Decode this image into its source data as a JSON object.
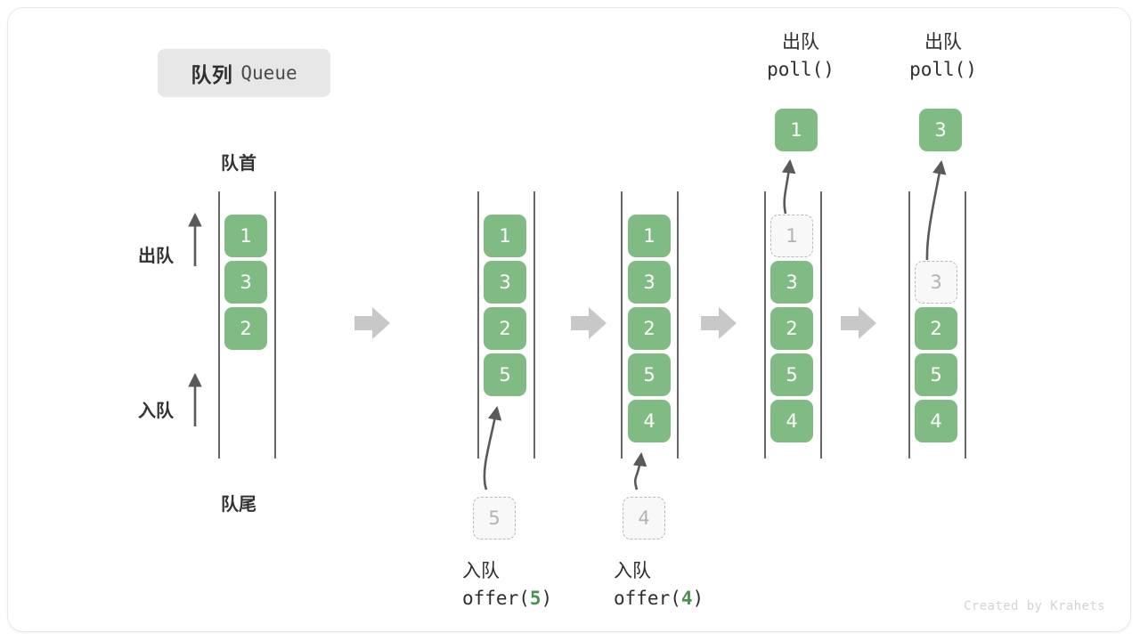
{
  "title": {
    "cn": "队列",
    "en": "Queue"
  },
  "labels": {
    "front": "队首",
    "tail": "队尾",
    "dequeue": "出队",
    "enqueue": "入队"
  },
  "credit": "Created by Krahets",
  "colors": {
    "box_fill": "#80bb84",
    "box_text": "#ffffff",
    "ghost_border": "#b9b9b9",
    "ghost_text": "#b3b3b3",
    "rail": "#4d4d4d",
    "arrow_gray": "#c8c8c8",
    "accent_code": "#4b9150",
    "badge_bg": "#e7e7e7"
  },
  "steps": [
    {
      "id": "initial",
      "items": [
        "1",
        "3",
        "2"
      ],
      "ghost": null,
      "pending": null,
      "op_cn": null,
      "op_fn": null,
      "op_arg": null,
      "popped": null
    },
    {
      "id": "offer-5",
      "items": [
        "1",
        "3",
        "2",
        "5"
      ],
      "ghost": null,
      "pending": "5",
      "op_cn": "入队",
      "op_fn": "offer(",
      "op_arg": "5",
      "op_fn_end": ")",
      "popped": null
    },
    {
      "id": "offer-4",
      "items": [
        "1",
        "3",
        "2",
        "5",
        "4"
      ],
      "ghost": null,
      "pending": "4",
      "op_cn": "入队",
      "op_fn": "offer(",
      "op_arg": "4",
      "op_fn_end": ")",
      "popped": null
    },
    {
      "id": "poll-1",
      "items": [
        "3",
        "2",
        "5",
        "4"
      ],
      "ghost": "1",
      "ghost_row": 0,
      "pending": null,
      "op_cn": "出队",
      "op_fn": "poll()",
      "op_arg": null,
      "popped": "1"
    },
    {
      "id": "poll-3",
      "items": [
        "2",
        "5",
        "4"
      ],
      "ghost": "3",
      "ghost_row": 1,
      "pending": null,
      "op_cn": "出队",
      "op_fn": "poll()",
      "op_arg": null,
      "popped": "3"
    }
  ]
}
